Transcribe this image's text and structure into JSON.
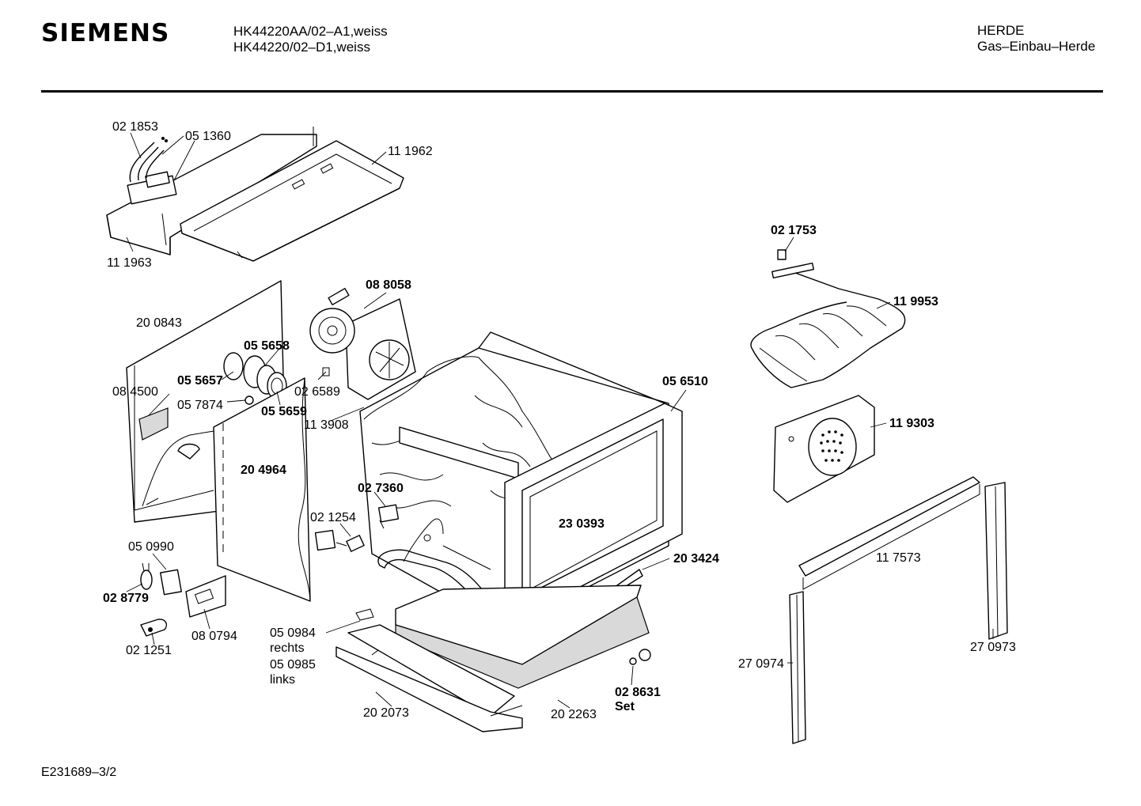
{
  "header": {
    "brand": "SIEMENS",
    "model_line1": "HK44220AA/02–A1,weiss",
    "model_line2": "HK44220/02–D1,weiss",
    "category_line1": "HERDE",
    "category_line2": "Gas–Einbau–Herde"
  },
  "parts": {
    "p021853": "02 1853",
    "p051360": "05 1360",
    "p111962": "11 1962",
    "p111963": "11 1963",
    "p200843": "20 0843",
    "p088058": "08 8058",
    "p055658": "05 5658",
    "p055657": "05 5657",
    "p084500": "08 4500",
    "p057874": "05 7874",
    "p055659": "05 5659",
    "p026589": "02 6589",
    "p113908": "11 3908",
    "p204964": "20 4964",
    "p056510": "05 6510",
    "p021753": "02 1753",
    "p119953": "11 9953",
    "p119303": "11 9303",
    "p027360": "02 7360",
    "p021254": "02 1254",
    "p230393": "23 0393",
    "p050990": "05 0990",
    "p028779": "02 8779",
    "p203424": "20 3424",
    "p117573": "11 7573",
    "p080794": "08 0794",
    "p021251": "02 1251",
    "p050984": "05 0984",
    "p_rechts": "rechts",
    "p050985": "05 0985",
    "p_links": "links",
    "p270974": "27 0974",
    "p270973": "27 0973",
    "p028631": "02 8631",
    "p_set": "Set",
    "p202073": "20 2073",
    "p202263": "20 2263"
  },
  "footer": {
    "drawing_id": "E231689–3/2"
  }
}
